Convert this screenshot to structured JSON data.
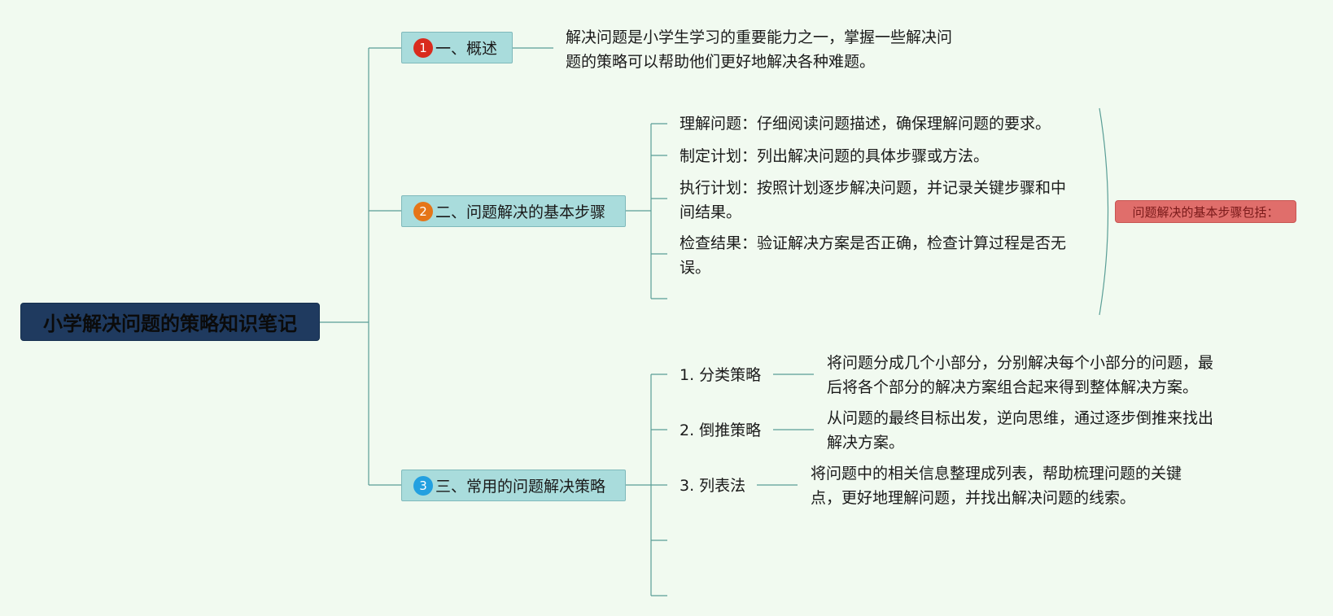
{
  "root": {
    "title": "小学解决问题的策略知识笔记"
  },
  "branches": [
    {
      "badge": "1",
      "label": "一、概述",
      "desc_lines": [
        "解决问题是小学生学习的重要能力之一，掌握一些解决问",
        "题的策略可以帮助他们更好地解决各种难题。"
      ]
    },
    {
      "badge": "2",
      "label": "二、问题解决的基本步骤",
      "steps": [
        {
          "lines": [
            "理解问题：仔细阅读问题描述，确保理解问题的要求。"
          ]
        },
        {
          "lines": [
            "制定计划：列出解决问题的具体步骤或方法。"
          ]
        },
        {
          "lines": [
            "执行计划：按照计划逐步解决问题，并记录关键步骤和中",
            "间结果。"
          ]
        },
        {
          "lines": [
            "检查结果：验证解决方案是否正确，检查计算过程是否无",
            "误。"
          ]
        }
      ],
      "summary": "问题解决的基本步骤包括："
    },
    {
      "badge": "3",
      "label": "三、常用的问题解决策略",
      "strategies": [
        {
          "name": "1. 分类策略",
          "desc_lines": [
            "将问题分成几个小部分，分别解决每个小部分的问题，最",
            "后将各个部分的解决方案组合起来得到整体解决方案。"
          ]
        },
        {
          "name": "2. 倒推策略",
          "desc_lines": [
            "从问题的最终目标出发，逆向思维，通过逐步倒推来找出",
            "解决方案。"
          ]
        },
        {
          "name": "3. 列表法",
          "desc_lines": [
            "将问题中的相关信息整理成列表，帮助梳理问题的关键",
            "点，更好地理解问题，并找出解决问题的线索。"
          ]
        }
      ]
    }
  ],
  "colors": {
    "background": "#f1faf0",
    "line": "#5a9e96",
    "root_fill": "#1f3a5f",
    "branch_fill": "#a9dcdc",
    "summary_fill": "#e06e6b"
  }
}
